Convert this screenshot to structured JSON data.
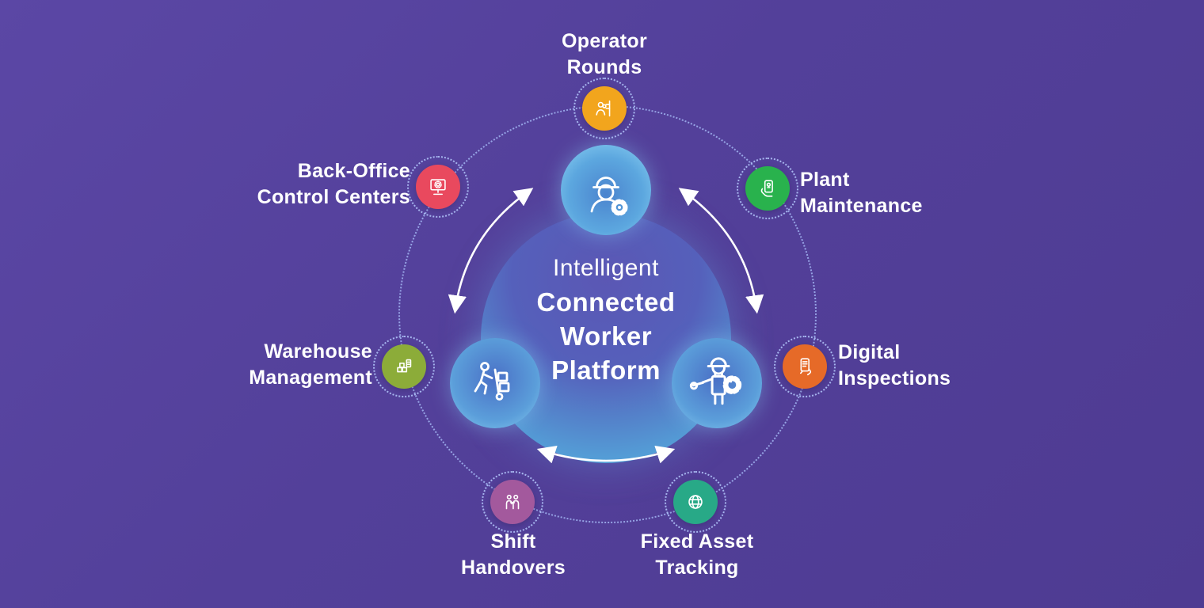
{
  "colors": {
    "background": "#53409a",
    "dashed_ring": "#a3b6f2",
    "arrow": "#ffffff",
    "text": "#ffffff",
    "blob_center": "#5560bb",
    "blob_edge": "#65c1ea"
  },
  "center": {
    "title_lines": [
      "Intelligent",
      "Connected",
      "Worker",
      "Platform"
    ],
    "icons": [
      "worker-hardhat-gear-icon",
      "worker-pushing-cart-icon",
      "worker-wrench-gear-icon"
    ]
  },
  "nodes": {
    "operator_rounds": {
      "label": "Operator Rounds",
      "label_lines": [
        "Operator",
        "Rounds"
      ],
      "color": "#F2A51D",
      "icon": "operator-inspection-icon"
    },
    "back_office": {
      "label": "Back-Office Control Centers",
      "label_lines": [
        "Back-Office",
        "Control Centers"
      ],
      "color": "#E9495E",
      "icon": "monitor-gear-icon"
    },
    "plant_maintenance": {
      "label": "Plant Maintenance",
      "label_lines": [
        "Plant",
        "Maintenance"
      ],
      "color": "#29B24D",
      "icon": "hand-phone-icon"
    },
    "digital_inspections": {
      "label": "Digital Inspections",
      "label_lines": [
        "Digital",
        "Inspections"
      ],
      "color": "#E66A28",
      "icon": "phone-checklist-icon"
    },
    "fixed_asset_tracking": {
      "label": "Fixed Asset Tracking",
      "label_lines": [
        "Fixed Asset",
        "Tracking"
      ],
      "color": "#28A987",
      "icon": "globe-tracking-icon"
    },
    "shift_handovers": {
      "label": "Shift Handovers",
      "label_lines": [
        "Shift",
        "Handovers"
      ],
      "color": "#A3599D",
      "icon": "two-people-handover-icon"
    },
    "warehouse_management": {
      "label": "Warehouse Management",
      "label_lines": [
        "Warehouse",
        "Management"
      ],
      "color": "#8CAC39",
      "icon": "warehouse-boxes-icon"
    }
  }
}
